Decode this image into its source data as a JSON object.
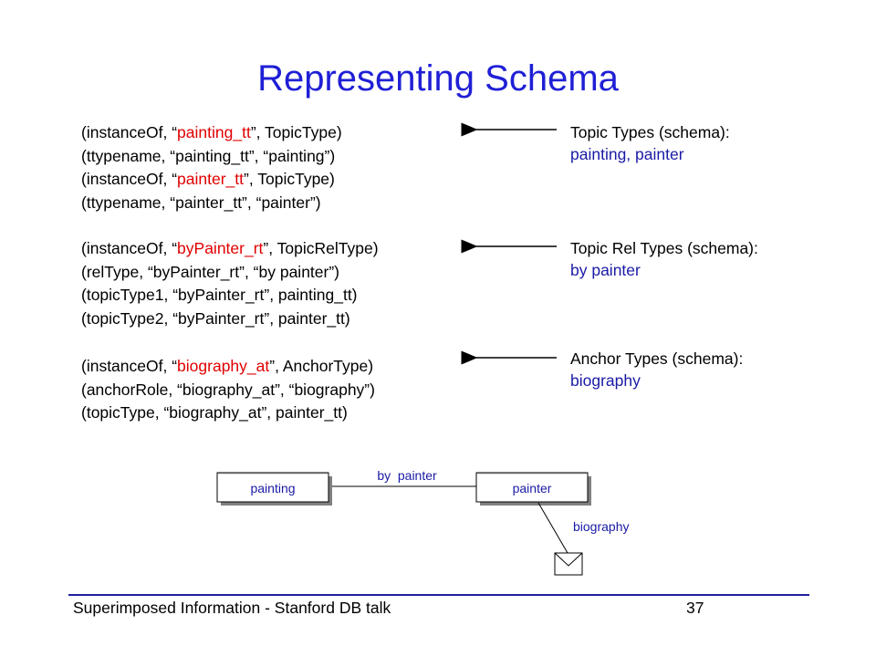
{
  "title": "Representing Schema",
  "groups": [
    {
      "lines": [
        [
          {
            "t": "(instanceOf, “"
          },
          {
            "t": "painting_tt",
            "red": true
          },
          {
            "t": "”, TopicType)"
          }
        ],
        [
          {
            "t": "(ttypename, “painting_tt”, “painting”)"
          }
        ],
        [
          {
            "t": "(instanceOf, “"
          },
          {
            "t": "painter_tt",
            "red": true
          },
          {
            "t": "”, TopicType)"
          }
        ],
        [
          {
            "t": "(ttypename, “painter_tt”, “painter”)"
          }
        ]
      ],
      "annotation": {
        "label": "Topic Types (schema):",
        "value": "painting, painter"
      }
    },
    {
      "lines": [
        [
          {
            "t": "(instanceOf, “"
          },
          {
            "t": "byPainter_rt",
            "red": true
          },
          {
            "t": "”, TopicRelType)"
          }
        ],
        [
          {
            "t": "(relType, “byPainter_rt”, “by painter”)"
          }
        ],
        [
          {
            "t": "(topicType1, “byPainter_rt”, painting_tt)"
          }
        ],
        [
          {
            "t": "(topicType2, “byPainter_rt”, painter_tt)"
          }
        ]
      ],
      "annotation": {
        "label": "Topic Rel Types (schema):",
        "value": "by painter"
      }
    },
    {
      "lines": [
        [
          {
            "t": "(instanceOf, “"
          },
          {
            "t": "biography_at",
            "red": true
          },
          {
            "t": "”, AnchorType)"
          }
        ],
        [
          {
            "t": "(anchorRole, “biography_at”, “biography”)"
          }
        ],
        [
          {
            "t": "(topicType, “biography_at”, painter_tt)"
          }
        ]
      ],
      "annotation": {
        "label": "Anchor Types (schema):",
        "value": "biography"
      }
    }
  ],
  "diagram": {
    "box_left": "painting",
    "box_right": "painter",
    "relation_label": "by  painter",
    "anchor_label": "biography"
  },
  "footer": {
    "left": "Superimposed Information - Stanford DB talk",
    "page_number": "37"
  },
  "colors": {
    "title": "#1f1fd6",
    "highlight": "#e00000",
    "annotation_value": "#1a1aa6",
    "diagram_text": "#1a1aa6",
    "footer_rule": "#1f1f9e"
  }
}
